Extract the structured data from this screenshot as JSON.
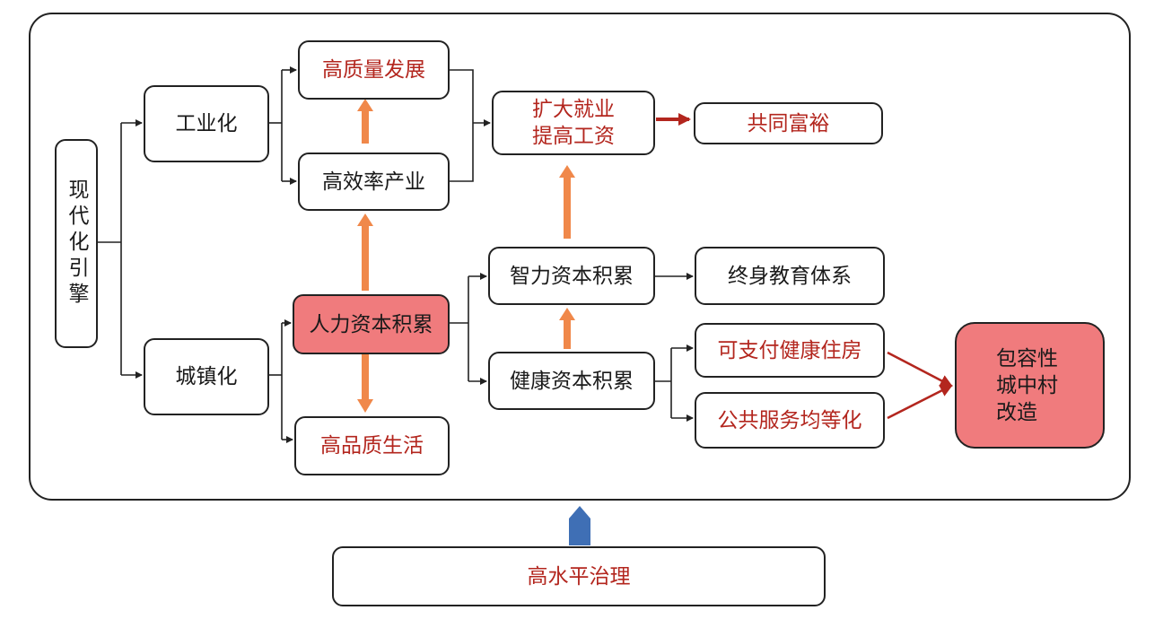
{
  "nodes": {
    "modernization_engine": "现代化引擎",
    "industrialization": "工业化",
    "urbanization": "城镇化",
    "high_quality_development": "高质量发展",
    "high_efficiency_industry": "高效率产业",
    "human_capital_accumulation": "人力资本积累",
    "high_quality_life": "高品质生活",
    "expand_employment_raise_wages": "扩大就业\n提高工资",
    "common_prosperity": "共同富裕",
    "intellectual_capital_accumulation": "智力资本积累",
    "lifelong_education_system": "终身教育体系",
    "health_capital_accumulation": "健康资本积累",
    "affordable_healthy_housing": "可支付健康住房",
    "equalized_public_services": "公共服务均等化",
    "inclusive_urban_village_renovation": "包容性\n城中村\n改造",
    "high_level_governance": "高水平治理"
  },
  "colors": {
    "red_text": "#b3261e",
    "highlight_fill": "#f07b7d",
    "orange_arrow": "#f0884a",
    "dark_red_arrow": "#b3261e",
    "blue_arrow": "#3f6fb5"
  }
}
